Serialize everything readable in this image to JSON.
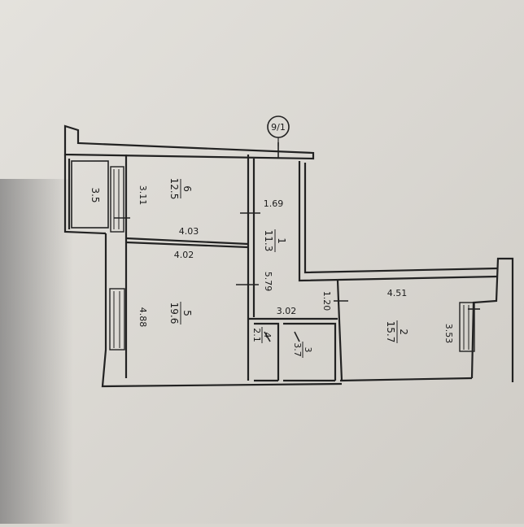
{
  "plan": {
    "axis_marker": "9/1",
    "rooms": [
      {
        "number": "1",
        "area": "11.3"
      },
      {
        "number": "2",
        "area": "15.7"
      },
      {
        "number": "3",
        "area": "3.7"
      },
      {
        "number": "4",
        "area": "2.1"
      },
      {
        "number": "5",
        "area": "19.6"
      },
      {
        "number": "6",
        "area": "12.5"
      }
    ],
    "balcony_area": "3.5",
    "dimensions": [
      "3.11",
      "4.03",
      "4.02",
      "4.88",
      "1.69",
      "5.79",
      "3.02",
      "1.20",
      "4.51",
      "3.53"
    ]
  }
}
